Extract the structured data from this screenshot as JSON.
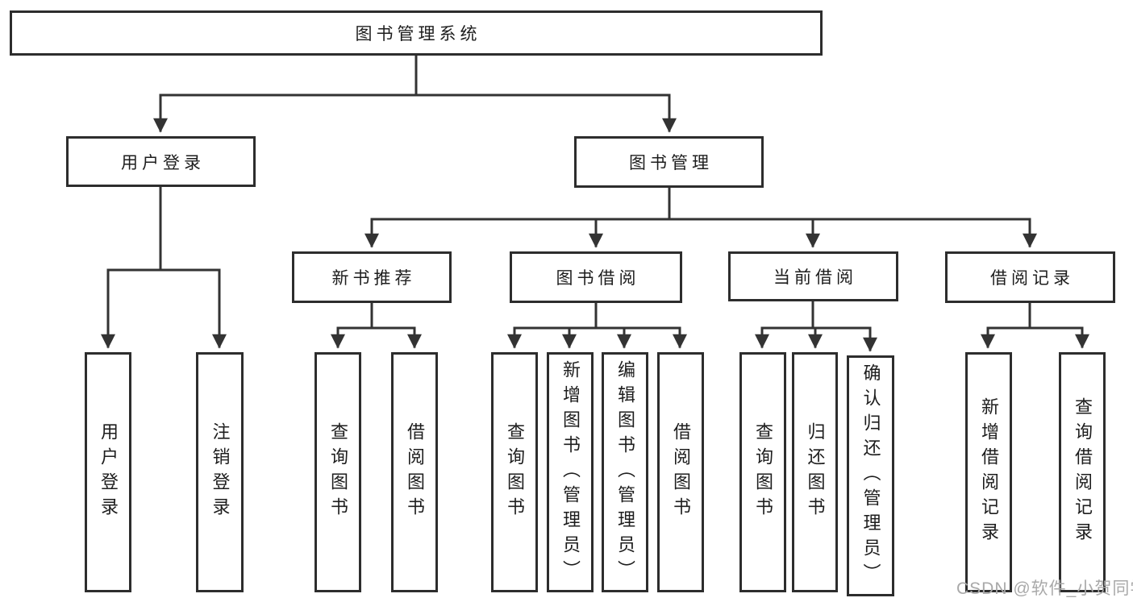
{
  "tree": {
    "label": "图书管理系统",
    "children": [
      {
        "label": "用户登录",
        "children": [
          {
            "label": "用户登录"
          },
          {
            "label": "注销登录"
          }
        ]
      },
      {
        "label": "图书管理",
        "children": [
          {
            "label": "新书推荐",
            "children": [
              {
                "label": "查询图书"
              },
              {
                "label": "借阅图书"
              }
            ]
          },
          {
            "label": "图书借阅",
            "children": [
              {
                "label": "查询图书"
              },
              {
                "label": "新增图书（管理员）"
              },
              {
                "label": "编辑图书（管理员）"
              },
              {
                "label": "借阅图书"
              }
            ]
          },
          {
            "label": "当前借阅",
            "children": [
              {
                "label": "查询图书"
              },
              {
                "label": "归还图书"
              },
              {
                "label": "确认归还（管理员）"
              }
            ]
          },
          {
            "label": "借阅记录",
            "children": [
              {
                "label": "新增借阅记录"
              },
              {
                "label": "查询借阅记录"
              }
            ]
          }
        ]
      }
    ]
  },
  "watermark": {
    "text": "CSDN @软件_小贺同学"
  },
  "colors": {
    "line": "#333333",
    "border": "#2d2d2d",
    "text": "#1d1d1d",
    "watermark": "#a9a9a9",
    "background": "#ffffff"
  }
}
